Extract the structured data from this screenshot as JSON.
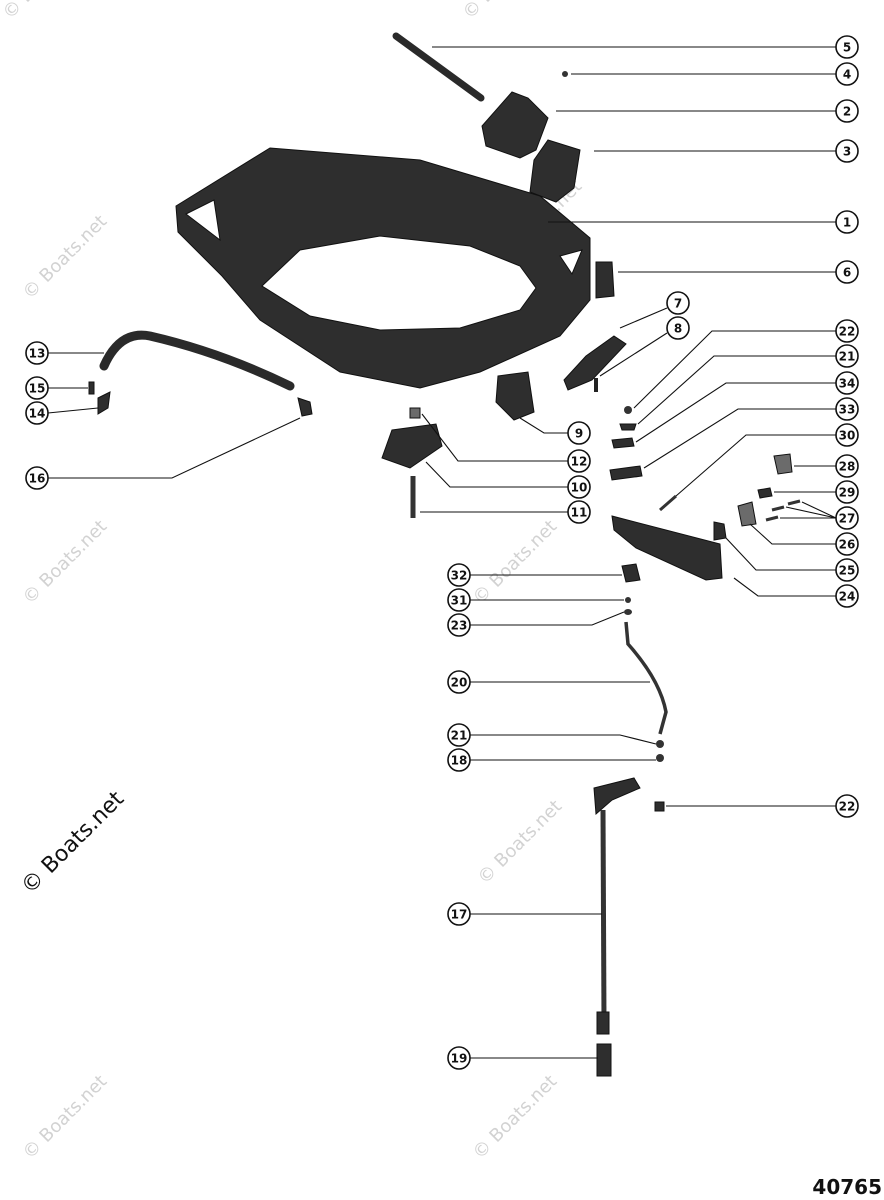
{
  "diagram": {
    "figure_number": "40765",
    "copyright": "© Boats.net",
    "watermark_text": "© Boats.net",
    "callouts": [
      "5",
      "4",
      "2",
      "3",
      "1",
      "6",
      "7",
      "8",
      "22",
      "21",
      "34",
      "33",
      "30",
      "28",
      "29",
      "27",
      "26",
      "25",
      "24",
      "13",
      "15",
      "14",
      "16",
      "9",
      "12",
      "10",
      "11",
      "32",
      "31",
      "23",
      "20",
      "21",
      "18",
      "22",
      "17",
      "19"
    ]
  }
}
